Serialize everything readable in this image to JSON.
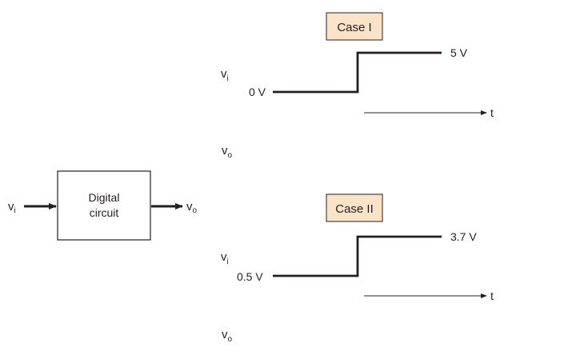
{
  "block": {
    "line1": "Digital",
    "line2": "circuit",
    "input_label": "v",
    "input_sub": "i",
    "output_label": "v",
    "output_sub": "o"
  },
  "cases": [
    {
      "title": "Case I",
      "vi_label": "v",
      "vi_sub": "i",
      "low_level": "0 V",
      "high_level": "5 V",
      "time_label": "t",
      "vo_label": "v",
      "vo_sub": "o"
    },
    {
      "title": "Case II",
      "vi_label": "v",
      "vi_sub": "i",
      "low_level": "0.5 V",
      "high_level": "3.7 V",
      "time_label": "t",
      "vo_label": "v",
      "vo_sub": "o"
    }
  ],
  "colors": {
    "case_box_fill": "#fbe3c8",
    "stroke": "#231f20"
  }
}
